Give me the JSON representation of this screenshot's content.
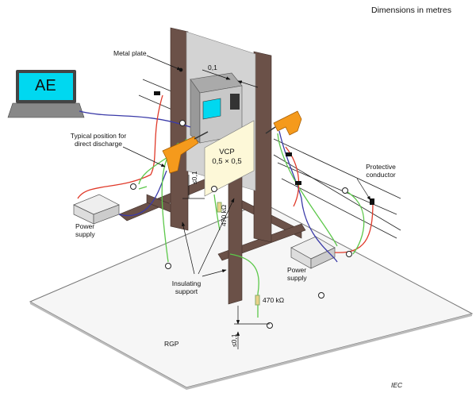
{
  "header": {
    "units_note": "Dimensions in metres"
  },
  "labels": {
    "metal_plate": "Metal plate",
    "dim_plate_gap": "0,1",
    "laptop_screen": "AE",
    "direct_discharge_line1": "Typical position for",
    "direct_discharge_line2": "direct discharge",
    "vcp_title": "VCP",
    "vcp_size": "0,5 × 0,5",
    "dim_vcp_height": "≤0,1",
    "resistor_vcp": "470 kΩ",
    "power_supply_left_line1": "Power",
    "power_supply_left_line2": "supply",
    "protective_conductor_line1": "Protective",
    "protective_conductor_line2": "conductor",
    "insulating_support_line1": "Insulating",
    "insulating_support_line2": "support",
    "power_supply_right_line1": "Power",
    "power_supply_right_line2": "supply",
    "resistor_ground": "470 kΩ",
    "dim_ground_height": "≤0,1",
    "ground_plane": "RGP",
    "source_mark": "IEC"
  },
  "colors": {
    "frame": "#6b5148",
    "metal_plate": "#d3d3d3",
    "vcp": "#fdf8d8",
    "screen": "#00d8f0",
    "gun": "#f59a1c",
    "cable_red": "#e03a2a",
    "cable_blue": "#3a3aa8",
    "cable_green": "#5cc84a"
  }
}
